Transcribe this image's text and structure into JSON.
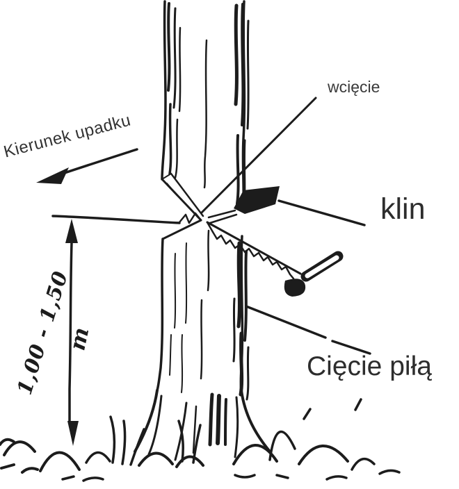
{
  "figure": {
    "background_color": "#ffffff",
    "ink_color": "#1c1c1c",
    "label_color": "#3a3a3a",
    "description": "Hand-drawn tree felling diagram: trunk with felling notch, back saw cut with wedge, fall-direction arrow and stump height dimension"
  },
  "labels": {
    "fall_direction": "Kierunek upadku",
    "notch": "wcięcie",
    "wedge": "klin",
    "saw_cut": "Cięcie piłą",
    "stump_height_range": "1,00 - 1,50",
    "unit": "m"
  }
}
